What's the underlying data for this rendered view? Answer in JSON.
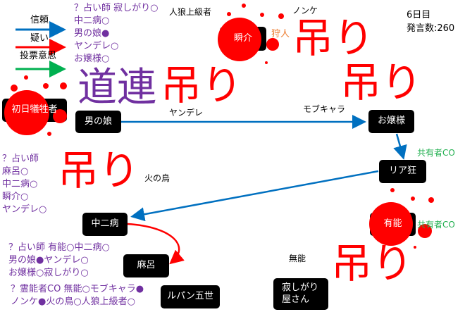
{
  "status": {
    "day": "6日目",
    "posts": "発言数:260"
  },
  "legend": {
    "trust": "信頼",
    "doubt": "疑い",
    "vote": "投票意思"
  },
  "colors": {
    "trust": "#0070c0",
    "doubt": "#ff0000",
    "vote": "#00b050",
    "purple": "#7030a0",
    "blood": "#ff0000"
  },
  "players": {
    "first_victim": "初日犠牲者",
    "otokonoko": "男の娘",
    "ojousama": "お嬢様",
    "shunsuke": "瞬介",
    "riakyou": "リア狂",
    "chuunibyou": "中二病",
    "maro": "麻呂",
    "lupin": "ルパン五世",
    "sabishigari": "寂しがり\n屋さん",
    "yuunou": "有能"
  },
  "hidden_labels": {
    "jinrou": "人狼上級者",
    "yandere": "ヤンデレ",
    "nonke": "ノンケ",
    "mobchara": "モブキャラ",
    "hinotori": "火の鳥",
    "munou": "無能"
  },
  "roles": {
    "hunter": "狩人",
    "coowner1": "共有者CO",
    "coowner2": "共有者CO"
  },
  "marks": {
    "hang": "吊り",
    "michizure": "道連"
  },
  "seer_results": [
    {
      "lines": [
        "？占い師 寂しがり○",
        "中二病○",
        "男の娘●",
        "ヤンデレ○",
        "お嬢様○"
      ]
    },
    {
      "lines": [
        "？占い師",
        "麻呂○",
        "中二病○",
        "瞬介○",
        "ヤンデレ○"
      ]
    },
    {
      "lines": [
        "？占い師 有能○中二病○",
        "男の娘●ヤンデレ○",
        "お嬢様○寂しがり○"
      ]
    },
    {
      "lines": [
        "？霊能者CO 無能○モブキャラ●",
        "ノンケ●火の鳥○人狼上級者○"
      ]
    }
  ]
}
